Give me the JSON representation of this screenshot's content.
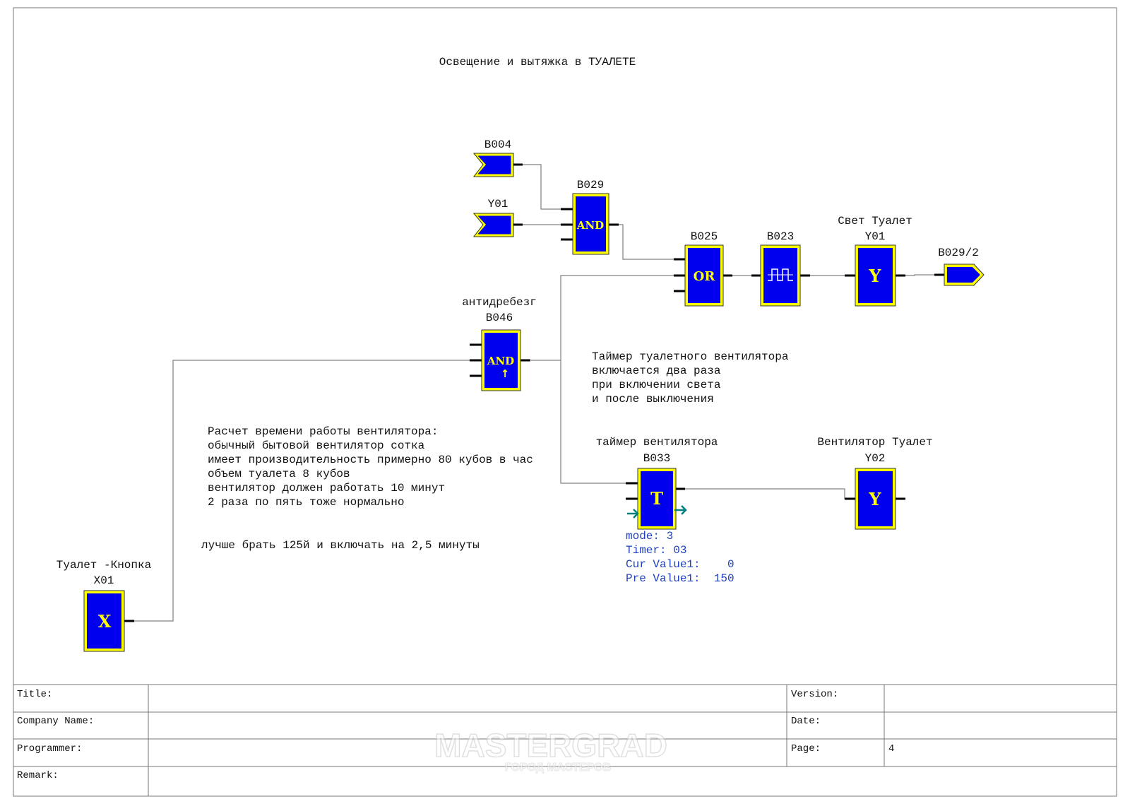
{
  "diagram": {
    "title": "Освещение и вытяжка в ТУАЛЕТЕ",
    "blocks": {
      "b004": {
        "id": "B004"
      },
      "y01_ref": {
        "id": "Y01"
      },
      "b029": {
        "id": "B029",
        "symbol": "AND"
      },
      "b025": {
        "id": "B025",
        "symbol": "OR"
      },
      "b023": {
        "id": "B023"
      },
      "y01": {
        "id": "Y01",
        "name": "Свет Туалет",
        "symbol": "Y"
      },
      "b029_2": {
        "id": "B029/2"
      },
      "b046": {
        "id": "B046",
        "name": "антидребезг",
        "symbol": "AND",
        "arrow": "↑"
      },
      "b033": {
        "id": "B033",
        "name": "таймер вентилятора",
        "symbol": "T",
        "params": [
          "mode: 3",
          "Timer: 03",
          "Cur Value1:    0",
          "Pre Value1:  150"
        ]
      },
      "y02": {
        "id": "Y02",
        "name": "Вентилятор Туалет",
        "symbol": "Y"
      },
      "x01": {
        "id": "X01",
        "name": "Туалет -Кнопка",
        "symbol": "X"
      }
    },
    "notes": {
      "timer_note": [
        "Таймер туалетного вентилятора",
        "включается два раза",
        "при включении света",
        "и после выключения"
      ],
      "calc_note": [
        "Расчет времени работы вентилятора:",
        "обычный бытовой вентилятор сотка",
        "имеет производительность примерно 80 кубов в час",
        "объем туалета 8 кубов",
        "вентилятор должен работать 10 минут",
        "2 раза по пять тоже нормально"
      ],
      "advice": "лучше брать 125й и включать на 2,5 минуты"
    },
    "colors": {
      "block_fill": "#0000ee",
      "block_border": "#ffff00",
      "block_symbol": "#ffff00",
      "wire": "#808080",
      "param_text": "#1f3fbf",
      "arrow": "#008080"
    }
  },
  "title_block": {
    "labels": {
      "title": "Title:",
      "company": "Company Name:",
      "programmer": "Programmer:",
      "remark": "Remark:",
      "version": "Version:",
      "date": "Date:",
      "page": "Page:"
    },
    "values": {
      "title": "",
      "company": "",
      "programmer": "",
      "remark": "",
      "version": "",
      "date": "",
      "page": "4"
    }
  },
  "watermark": {
    "brand": "MASTERGRAD",
    "tagline": "ГОРОД МАСТЕРОВ"
  }
}
